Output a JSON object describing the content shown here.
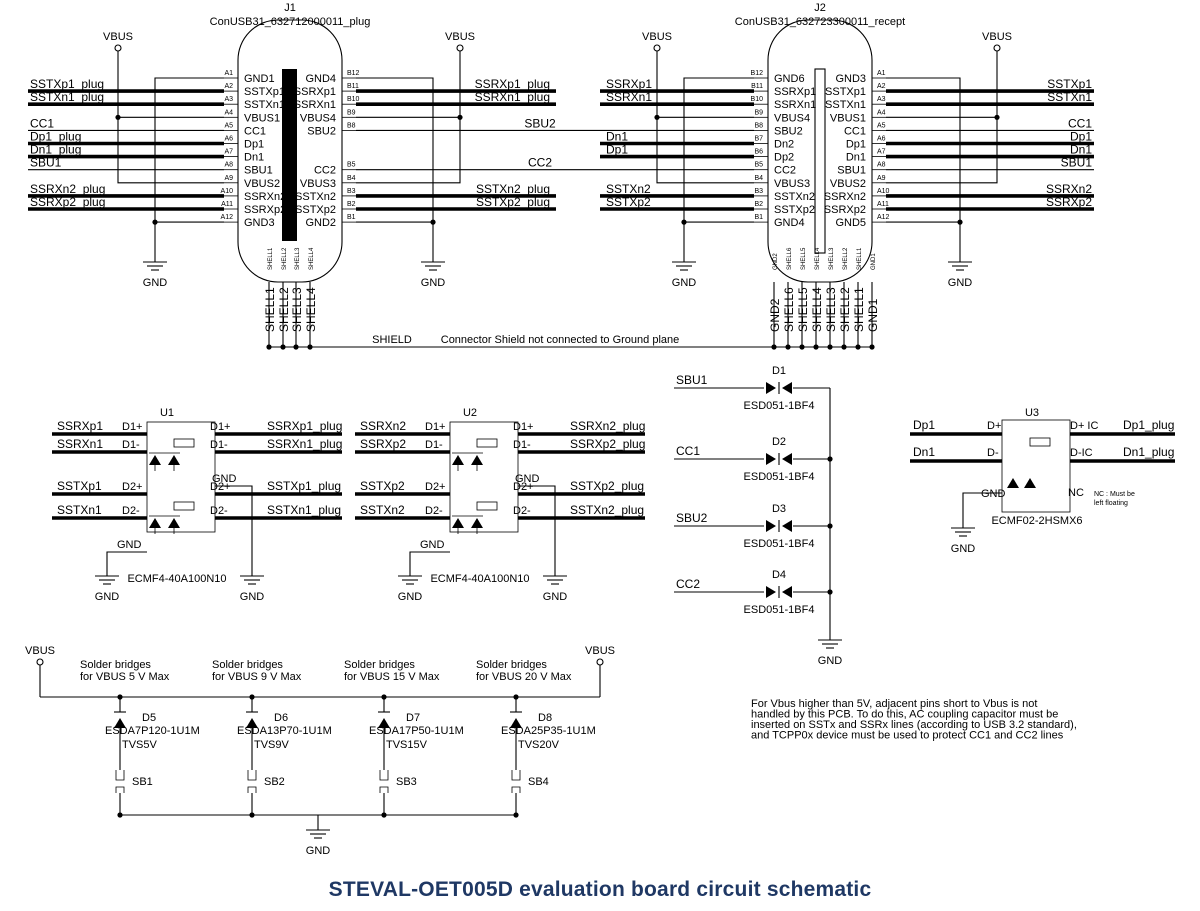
{
  "title": "STEVAL-OET005D evaluation board circuit schematic",
  "j1": {
    "ref": "J1",
    "part": "ConUSB31_632712000011_plug",
    "left_pins": [
      {
        "num": "A1",
        "name": "GND1"
      },
      {
        "num": "A2",
        "name": "SSTXp1"
      },
      {
        "num": "A3",
        "name": "SSTXn1"
      },
      {
        "num": "A4",
        "name": "VBUS1"
      },
      {
        "num": "A5",
        "name": "CC1"
      },
      {
        "num": "A6",
        "name": "Dp1"
      },
      {
        "num": "A7",
        "name": "Dn1"
      },
      {
        "num": "A8",
        "name": "SBU1"
      },
      {
        "num": "A9",
        "name": "VBUS2"
      },
      {
        "num": "A10",
        "name": "SSRXn2"
      },
      {
        "num": "A11",
        "name": "SSRXp2"
      },
      {
        "num": "A12",
        "name": "GND3"
      }
    ],
    "right_pins": [
      {
        "num": "B12",
        "name": "GND4"
      },
      {
        "num": "B11",
        "name": "SSRXp1"
      },
      {
        "num": "B10",
        "name": "SSRXn1"
      },
      {
        "num": "B9",
        "name": "VBUS4"
      },
      {
        "num": "B8",
        "name": "SBU2"
      },
      {
        "num": "B5",
        "name": "CC2"
      },
      {
        "num": "B4",
        "name": "VBUS3"
      },
      {
        "num": "B3",
        "name": "SSTXn2"
      },
      {
        "num": "B2",
        "name": "SSTXp2"
      },
      {
        "num": "B1",
        "name": "GND2"
      }
    ],
    "shell_pins": [
      "SHELL1",
      "SHELL2",
      "SHELL3",
      "SHELL4"
    ],
    "left_nets": [
      {
        "pin": "A2",
        "label": "SSTXp1_plug"
      },
      {
        "pin": "A3",
        "label": "SSTXn1_plug"
      },
      {
        "pin": "A5",
        "label": "CC1"
      },
      {
        "pin": "A6",
        "label": "Dp1_plug"
      },
      {
        "pin": "A7",
        "label": "Dn1_plug"
      },
      {
        "pin": "A8",
        "label": "SBU1"
      },
      {
        "pin": "A10",
        "label": "SSRXn2_plug"
      },
      {
        "pin": "A11",
        "label": "SSRXp2_plug"
      }
    ],
    "right_nets": [
      {
        "pin": "B11",
        "label": "SSRXp1_plug"
      },
      {
        "pin": "B10",
        "label": "SSRXn1_plug"
      },
      {
        "pin": "B3",
        "label": "SSTXn2_plug"
      },
      {
        "pin": "B2",
        "label": "SSTXp2_plug"
      }
    ]
  },
  "j2": {
    "ref": "J2",
    "part": "ConUSB31_632723300011_recept",
    "left_pins": [
      {
        "num": "B12",
        "name": "GND6"
      },
      {
        "num": "B11",
        "name": "SSRXp1"
      },
      {
        "num": "B10",
        "name": "SSRXn1"
      },
      {
        "num": "B9",
        "name": "VBUS4"
      },
      {
        "num": "B8",
        "name": "SBU2"
      },
      {
        "num": "B7",
        "name": "Dn2"
      },
      {
        "num": "B6",
        "name": "Dp2"
      },
      {
        "num": "B5",
        "name": "CC2"
      },
      {
        "num": "B4",
        "name": "VBUS3"
      },
      {
        "num": "B3",
        "name": "SSTXn2"
      },
      {
        "num": "B2",
        "name": "SSTXp2"
      },
      {
        "num": "B1",
        "name": "GND4"
      }
    ],
    "right_pins": [
      {
        "num": "A1",
        "name": "GND3"
      },
      {
        "num": "A2",
        "name": "SSTXp1"
      },
      {
        "num": "A3",
        "name": "SSTXn1"
      },
      {
        "num": "A4",
        "name": "VBUS1"
      },
      {
        "num": "A5",
        "name": "CC1"
      },
      {
        "num": "A6",
        "name": "Dp1"
      },
      {
        "num": "A7",
        "name": "Dn1"
      },
      {
        "num": "A8",
        "name": "SBU1"
      },
      {
        "num": "A9",
        "name": "VBUS2"
      },
      {
        "num": "A10",
        "name": "SSRXn2"
      },
      {
        "num": "A11",
        "name": "SSRXp2"
      },
      {
        "num": "A12",
        "name": "GND5"
      }
    ],
    "shell_pins": [
      "GND2",
      "SHELL6",
      "SHELL5",
      "SHELL4",
      "SHELL3",
      "SHELL2",
      "SHELL1",
      "GND1"
    ],
    "left_nets": [
      {
        "pin": "B11",
        "label": "SSRXp1"
      },
      {
        "pin": "B10",
        "label": "SSRXn1"
      },
      {
        "pin": "B7",
        "label": "Dn1"
      },
      {
        "pin": "B6",
        "label": "Dp1"
      },
      {
        "pin": "B3",
        "label": "SSTXn2"
      },
      {
        "pin": "B2",
        "label": "SSTXp2"
      }
    ],
    "right_nets": [
      {
        "pin": "A2",
        "label": "SSTXp1"
      },
      {
        "pin": "A3",
        "label": "SSTXn1"
      },
      {
        "pin": "A5",
        "label": "CC1"
      },
      {
        "pin": "A6",
        "label": "Dp1"
      },
      {
        "pin": "A7",
        "label": "Dn1"
      },
      {
        "pin": "A8",
        "label": "SBU1"
      },
      {
        "pin": "A10",
        "label": "SSRXn2"
      },
      {
        "pin": "A11",
        "label": "SSRXp2"
      }
    ]
  },
  "connector_nets": {
    "sbu2": "SBU2",
    "cc2": "CC2"
  },
  "vbus_label": "VBUS",
  "gnd_label": "GND",
  "shield_label": "SHIELD",
  "shield_note": "Connector Shield not connected to Ground plane",
  "u1": {
    "ref": "U1",
    "part": "ECMF4-40A100N10",
    "in_nets": [
      "SSRXp1",
      "SSRXn1",
      "SSTXp1",
      "SSTXn1"
    ],
    "out_nets": [
      "SSRXp1_plug",
      "SSRXn1_plug",
      "SSTXp1_plug",
      "SSTXn1_plug"
    ],
    "in_pins": [
      "D1+",
      "D1-",
      "D2+",
      "D2-"
    ],
    "out_pins": [
      "D1+",
      "D1-",
      "D2+",
      "D2-"
    ],
    "gnd_pin": "GND"
  },
  "u2": {
    "ref": "U2",
    "part": "ECMF4-40A100N10",
    "in_nets": [
      "SSRXn2",
      "SSRXp2",
      "SSTXp2",
      "SSTXn2"
    ],
    "out_nets": [
      "SSRXn2_plug",
      "SSRXp2_plug",
      "SSTXp2_plug",
      "SSTXn2_plug"
    ],
    "in_pins": [
      "D1+",
      "D1-",
      "D2+",
      "D2-"
    ],
    "out_pins": [
      "D1+",
      "D1-",
      "D2+",
      "D2-"
    ],
    "gnd_pin": "GND"
  },
  "u3": {
    "ref": "U3",
    "part": "ECMF02-2HSMX6",
    "in_nets": [
      "Dp1",
      "Dn1"
    ],
    "out_nets": [
      "Dp1_plug",
      "Dn1_plug"
    ],
    "in_pins": [
      "D+",
      "D-"
    ],
    "out_pins": [
      "D+ IC",
      "D-IC"
    ],
    "gnd_pin": "GND",
    "nc_pin": "NC",
    "nc_note": [
      "NC : Must be",
      "left floating"
    ]
  },
  "esd": [
    {
      "ref": "D1",
      "part": "ESD051-1BF4",
      "net": "SBU1"
    },
    {
      "ref": "D2",
      "part": "ESD051-1BF4",
      "net": "CC1"
    },
    {
      "ref": "D3",
      "part": "ESD051-1BF4",
      "net": "SBU2"
    },
    {
      "ref": "D4",
      "part": "ESD051-1BF4",
      "net": "CC2"
    }
  ],
  "tvs": [
    {
      "ref": "D5",
      "part": "ESDA7P120-1U1M",
      "value": "TVS5V",
      "note1": "Solder bridges",
      "note2": "for VBUS 5 V Max",
      "sb": "SB1"
    },
    {
      "ref": "D6",
      "part": "ESDA13P70-1U1M",
      "value": "TVS9V",
      "note1": "Solder bridges",
      "note2": "for VBUS 9 V Max",
      "sb": "SB2"
    },
    {
      "ref": "D7",
      "part": "ESDA17P50-1U1M",
      "value": "TVS15V",
      "note1": "Solder bridges",
      "note2": "for VBUS 15 V Max",
      "sb": "SB3"
    },
    {
      "ref": "D8",
      "part": "ESDA25P35-1U1M",
      "value": "TVS20V",
      "note1": "Solder bridges",
      "note2": "for VBUS 20 V Max",
      "sb": "SB4"
    }
  ],
  "vbus_note": [
    "For Vbus higher than 5V, adjacent pins short to Vbus is not",
    "handled by this PCB. To do this, AC coupling capacitor must be",
    "inserted on SSTx and SSRx lines (according to USB 3.2 standard),",
    "and TCPP0x device must be used to protect CC1 and CC2 lines"
  ]
}
